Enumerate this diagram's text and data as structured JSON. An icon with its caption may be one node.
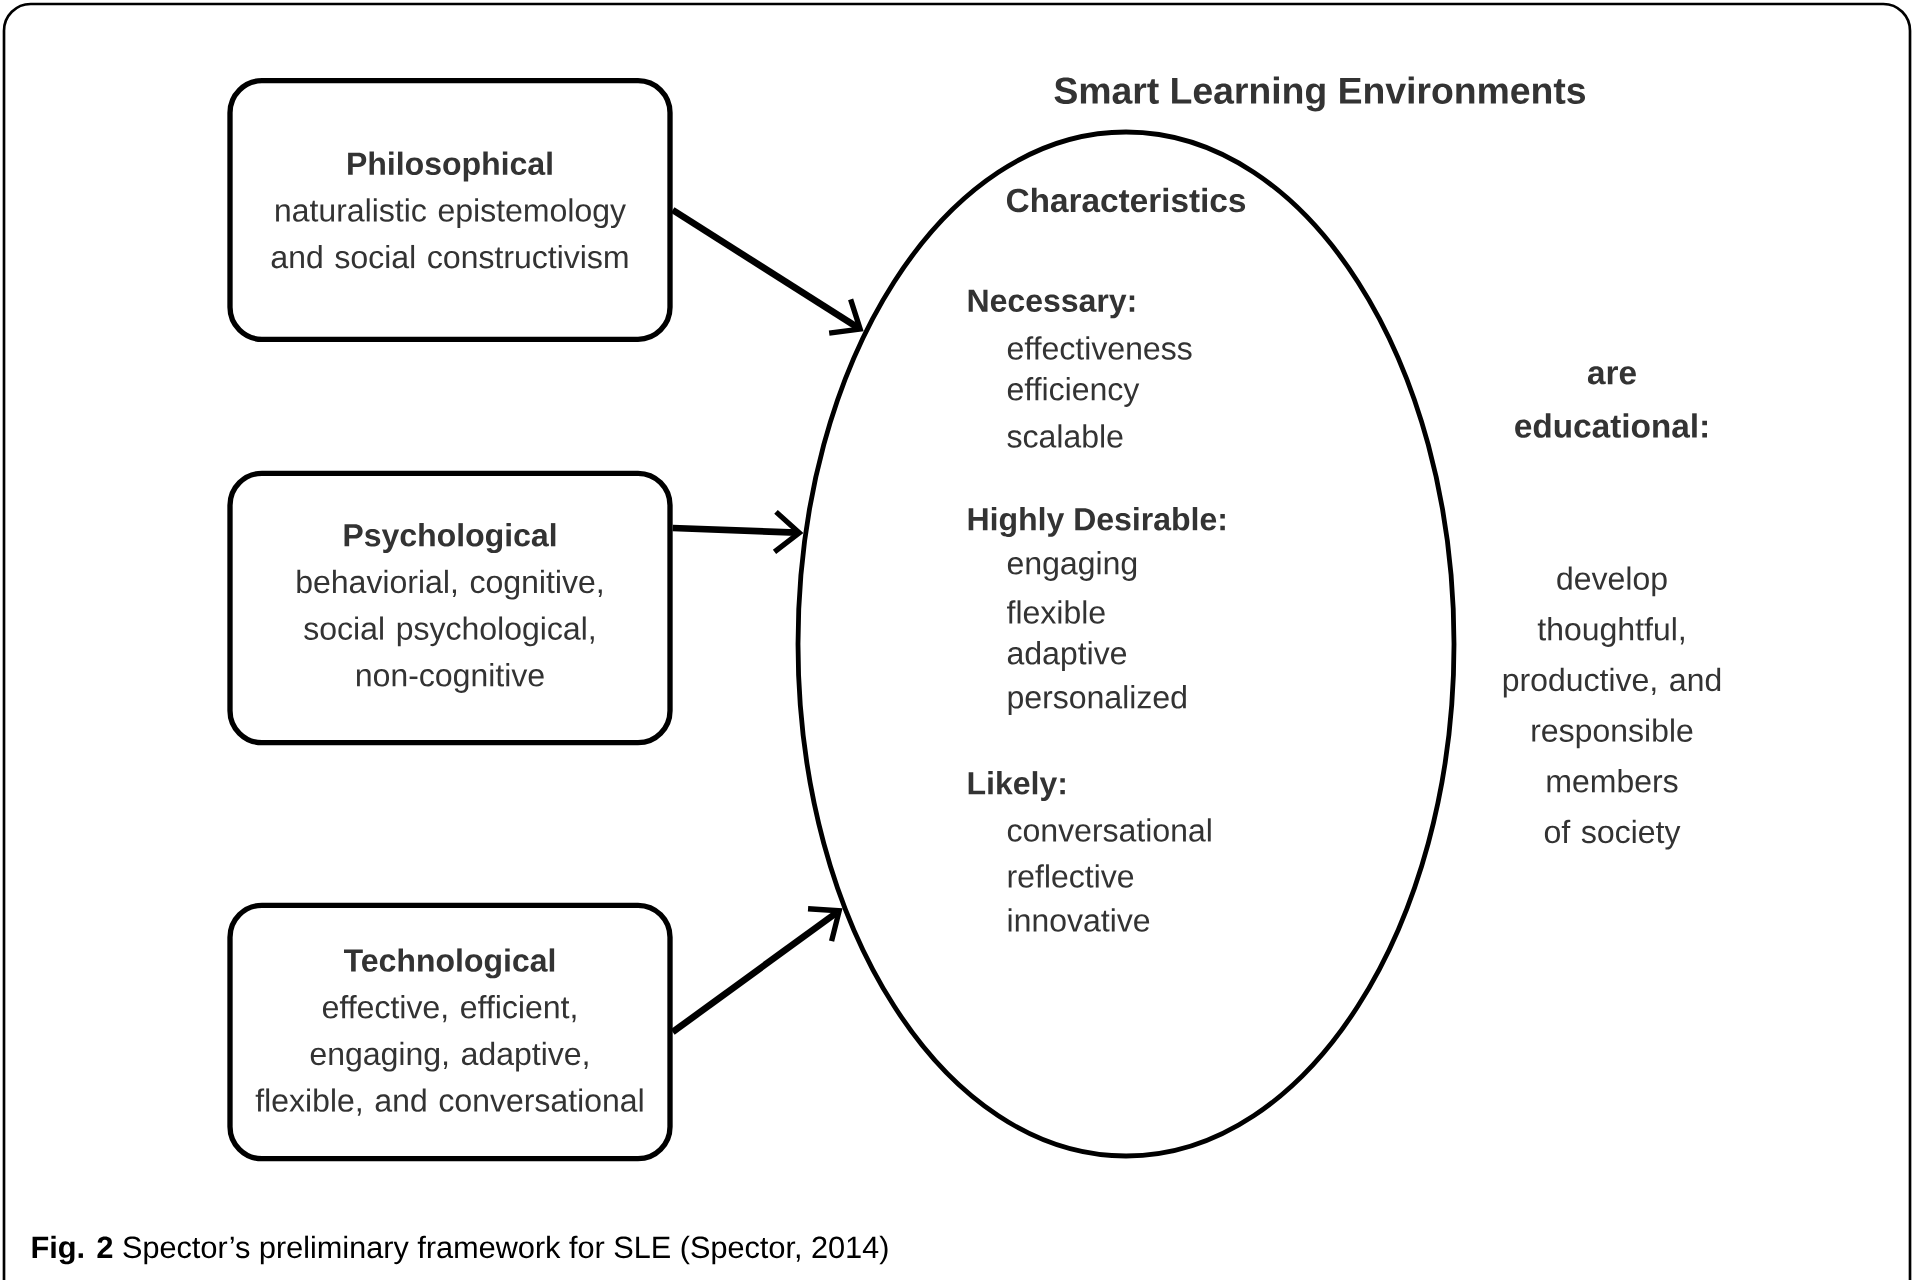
{
  "diagram": {
    "title": "Smart Learning Environments",
    "caption": "**Fig. 2** Spector’s preliminary framework for SLE (Spector, 2014)",
    "nodes": [
      {
        "text": [
          "Philosophical",
          "naturalistic epistemology and social constructivism"
        ]
      },
      {
        "text": [
          "Psychological",
          "behaviorial, cognitive, social psychological, non-cognitive"
        ]
      },
      {
        "text": [
          "Technological",
          "effective, efficient, engaging, adaptive, flexible, and conversational"
        ]
      },
      {
        "text": [
          "Characteristics",
          "Necessary:",
          "effectiveness",
          "efficiency",
          "scalable",
          "Highly Desirable:",
          "engaging",
          "flexible",
          "adaptive",
          "personalized",
          "Likely:",
          "conversational",
          "reflective",
          "innovative"
        ]
      }
    ],
    "edges": [
      {
        "from": 0,
        "to": 3,
        "arrow": "to"
      },
      {
        "from": 1,
        "to": 3,
        "arrow": "to"
      },
      {
        "from": 2,
        "to": 3,
        "arrow": "to"
      }
    ],
    "labels": [
      "are educational:",
      "develop thoughtful, productive, and responsible members of society"
    ]
  }
}
